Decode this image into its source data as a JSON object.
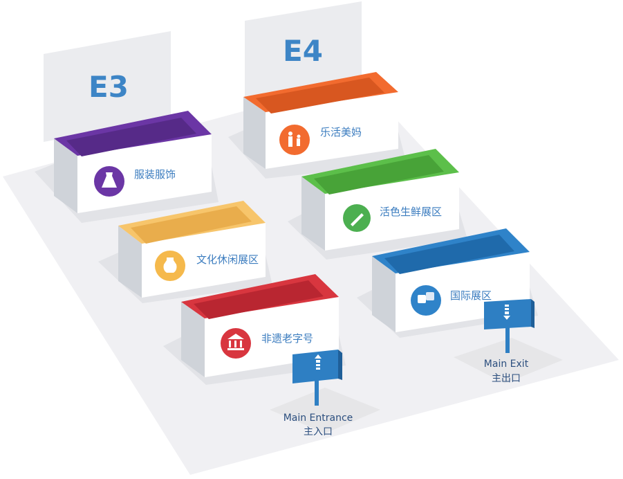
{
  "hall_labels": {
    "e3": "E3",
    "e4": "E4"
  },
  "zones": [
    {
      "id": "fashion",
      "label": "服装服饰",
      "color": "#6b36a5",
      "icon": "dress-icon"
    },
    {
      "id": "lifestyle",
      "label": "乐活美妈",
      "color": "#f26b2f",
      "icon": "mother-child-icon"
    },
    {
      "id": "fresh",
      "label": "活色生鲜展区",
      "color": "#5cbf4a",
      "icon": "fresh-food-icon"
    },
    {
      "id": "culture",
      "label": "文化休闲展区",
      "color": "#f7c56b",
      "icon": "vase-icon"
    },
    {
      "id": "intl",
      "label": "国际展区",
      "color": "#2f83c9",
      "icon": "dice-icon"
    },
    {
      "id": "heritage",
      "label": "非遗老字号",
      "color": "#d8363f",
      "icon": "museum-icon"
    }
  ],
  "entrance": {
    "label_en": "Main Entrance",
    "label_cn": "主入口"
  },
  "exit": {
    "label_en": "Main Exit",
    "label_cn": "主出口"
  },
  "colors": {
    "floor": "#f0f0f3",
    "box_front": "#ffffff",
    "box_side": "#d5d8de",
    "sign": "#2e7fc3",
    "text_blue": "#3b7cbf",
    "hall_sign_text": "#3d85c6"
  }
}
